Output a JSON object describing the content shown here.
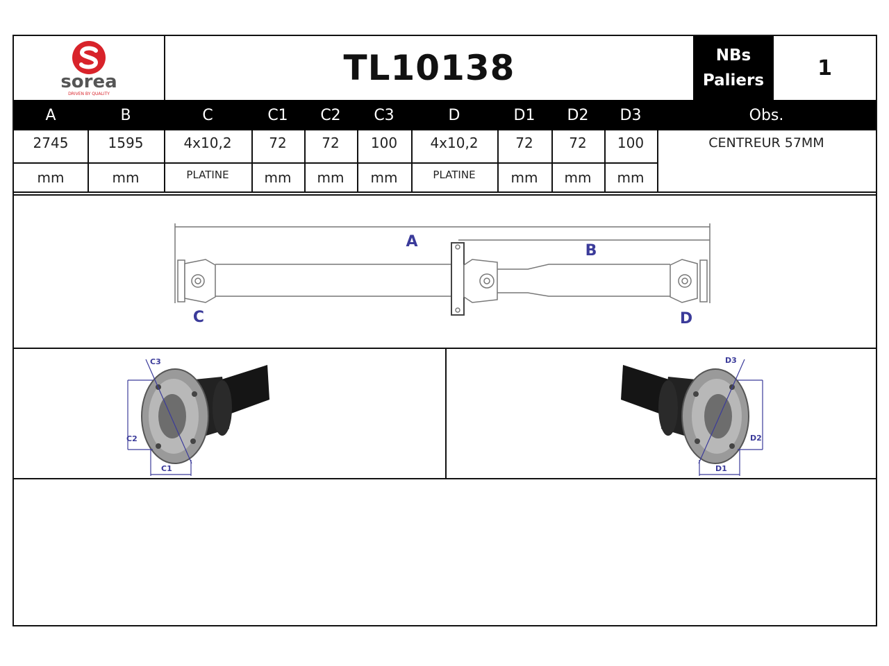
{
  "brand": {
    "name": "sorea",
    "tagline": "DRIVEN BY QUALITY",
    "color": "#d8232a"
  },
  "part_number": "TL10138",
  "bearings": {
    "label_line1": "NBs",
    "label_line2": "Paliers",
    "value": "1"
  },
  "table": {
    "headers": [
      "A",
      "B",
      "C",
      "C1",
      "C2",
      "C3",
      "D",
      "D1",
      "D2",
      "D3",
      "Obs."
    ],
    "values": [
      "2745",
      "1595",
      "4x10,2",
      "72",
      "72",
      "100",
      "4x10,2",
      "72",
      "72",
      "100",
      "CENTREUR 57MM"
    ],
    "units": [
      "mm",
      "mm",
      "PLATINE",
      "mm",
      "mm",
      "mm",
      "PLATINE",
      "mm",
      "mm",
      "mm"
    ]
  },
  "diagram": {
    "label_a": "A",
    "label_b": "B",
    "label_c": "C",
    "label_d": "D",
    "left_flange": {
      "c1": "C1",
      "c2": "C2",
      "c3": "C3"
    },
    "right_flange": {
      "d1": "D1",
      "d2": "D2",
      "d3": "D3"
    },
    "dimension_color": "#3b3b9a"
  }
}
